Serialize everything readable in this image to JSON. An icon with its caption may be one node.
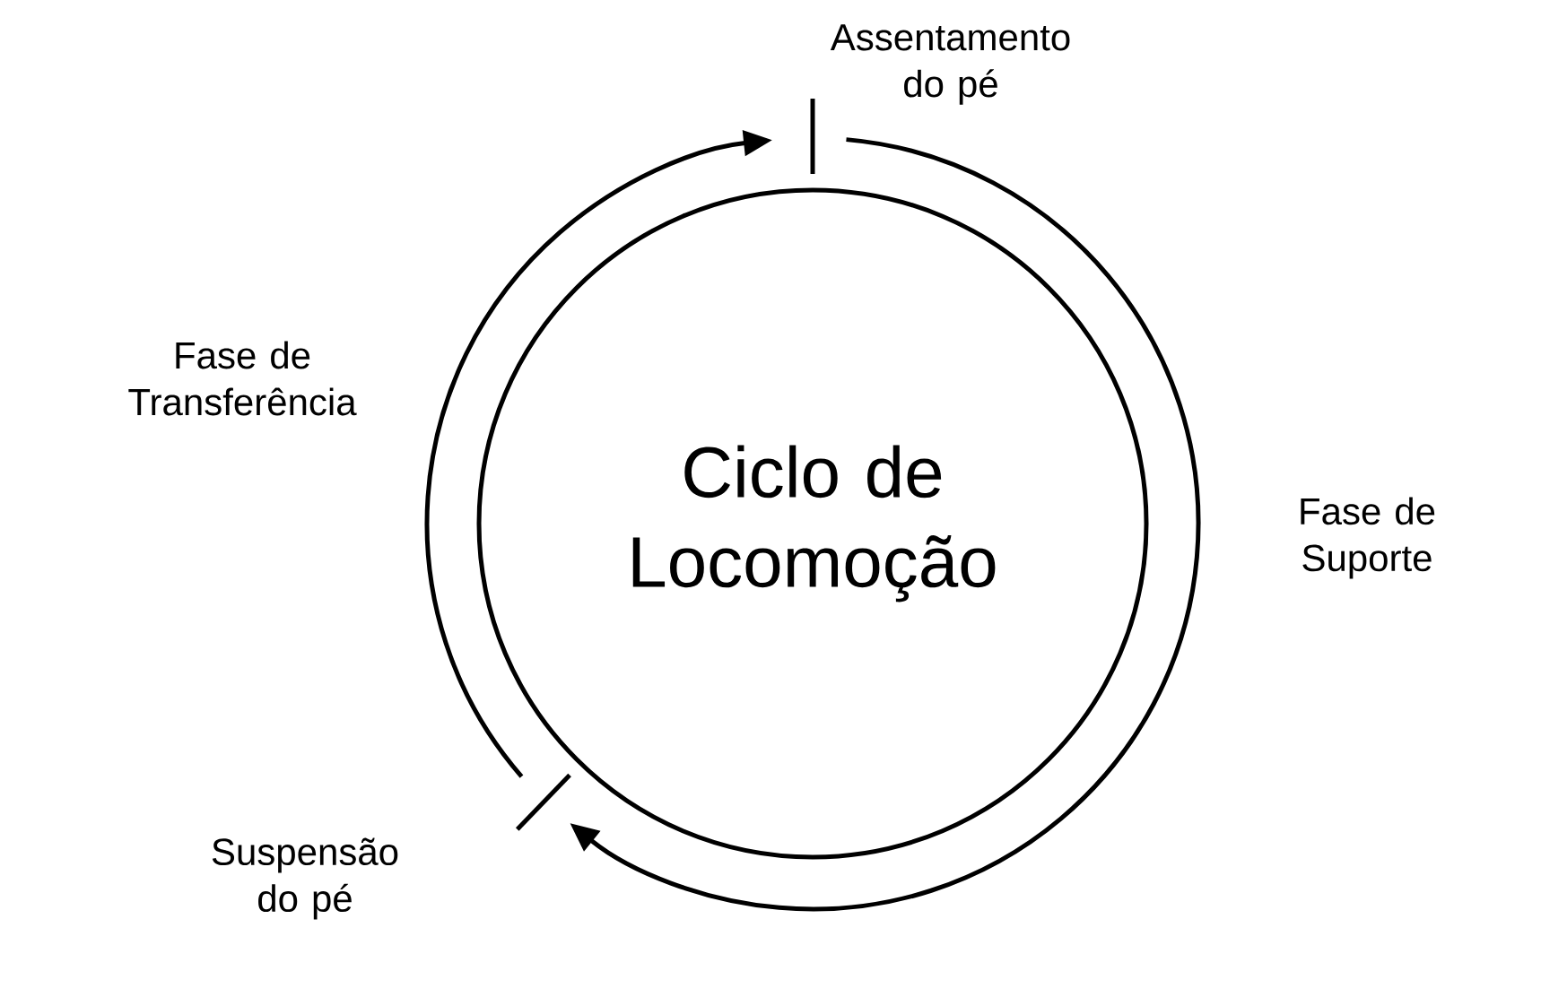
{
  "diagram": {
    "nodes": [
      {
        "text": [
          "Ciclo de Locomoção"
        ]
      },
      {
        "text": [
          "Assentamento do pé"
        ]
      },
      {
        "text": [
          "Suspensão do pé"
        ]
      }
    ],
    "edges": [
      {
        "from": 1,
        "to": 2,
        "arrow": "to",
        "label": "Fase de Suporte"
      },
      {
        "from": 2,
        "to": 1,
        "arrow": "to",
        "label": "Fase de Transferência"
      }
    ]
  }
}
